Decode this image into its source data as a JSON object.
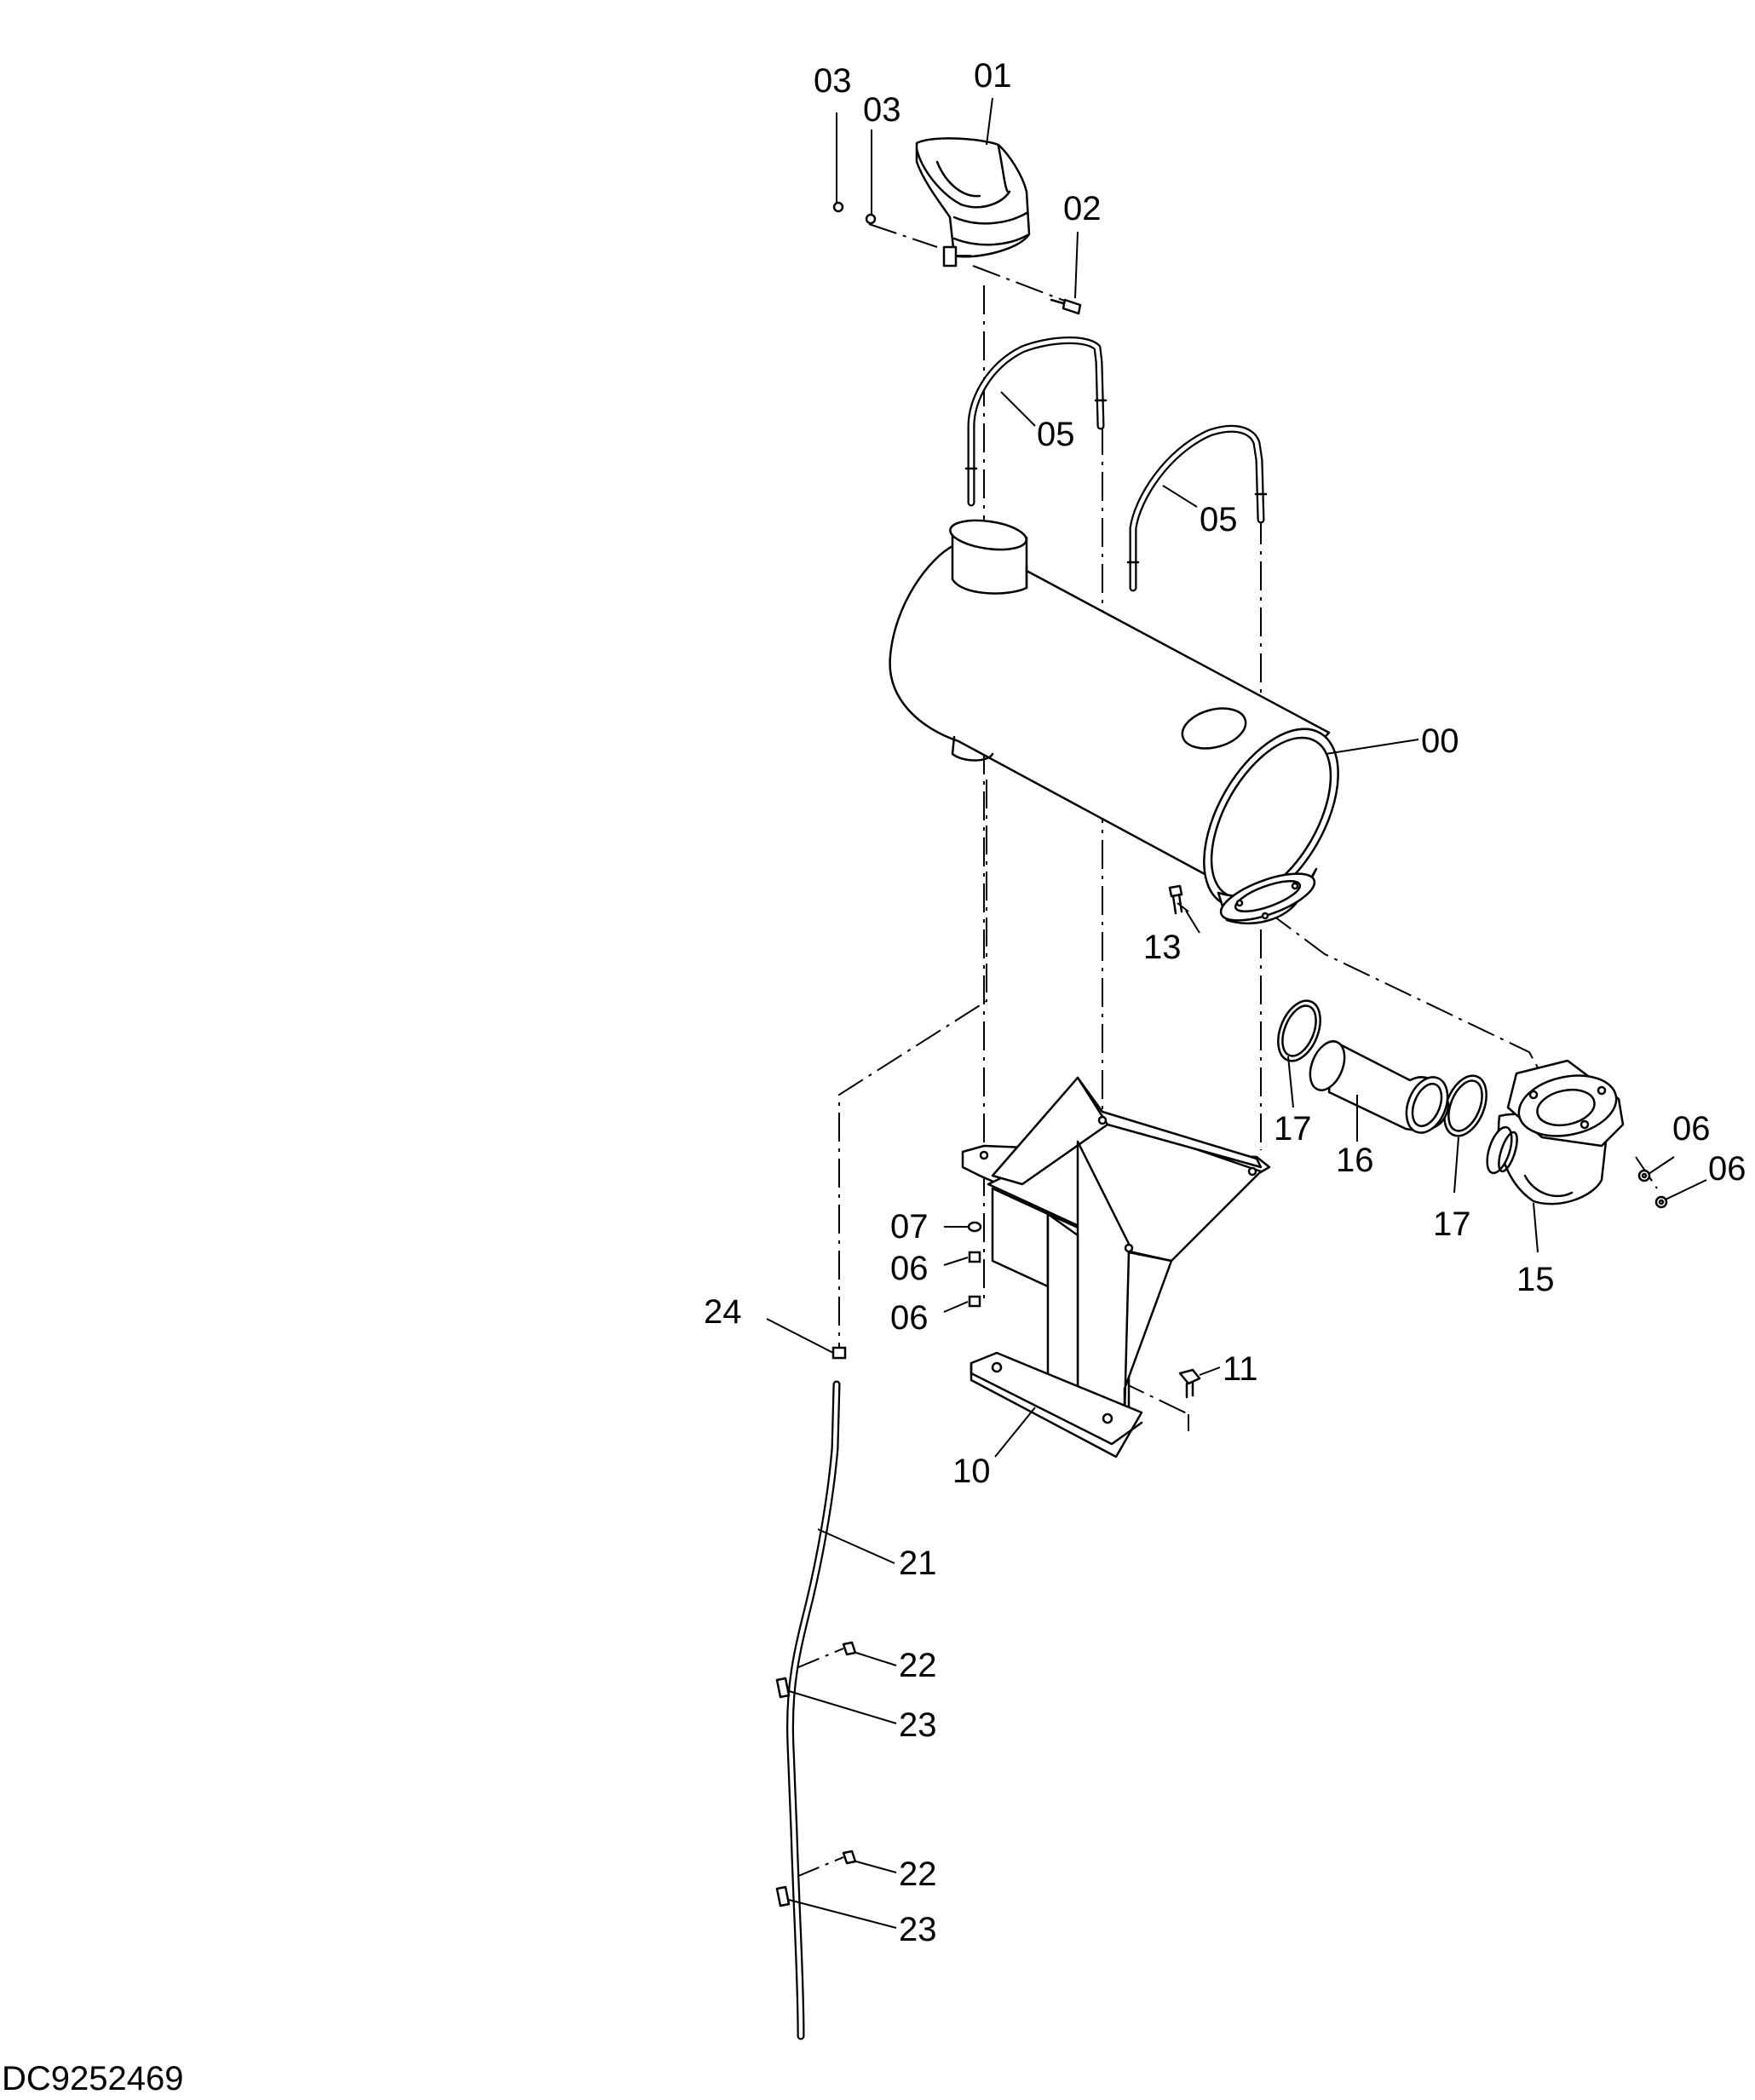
{
  "drawing_id": "DC9252469",
  "callouts": {
    "c00": "00",
    "c01": "01",
    "c02": "02",
    "c03a": "03",
    "c03b": "03",
    "c05a": "05",
    "c05b": "05",
    "c06a": "06",
    "c06b": "06",
    "c06c": "06",
    "c06d": "06",
    "c07": "07",
    "c10": "10",
    "c11": "11",
    "c13": "13",
    "c15": "15",
    "c16": "16",
    "c17a": "17",
    "c17b": "17",
    "c21": "21",
    "c22a": "22",
    "c22b": "22",
    "c23a": "23",
    "c23b": "23",
    "c24": "24"
  }
}
